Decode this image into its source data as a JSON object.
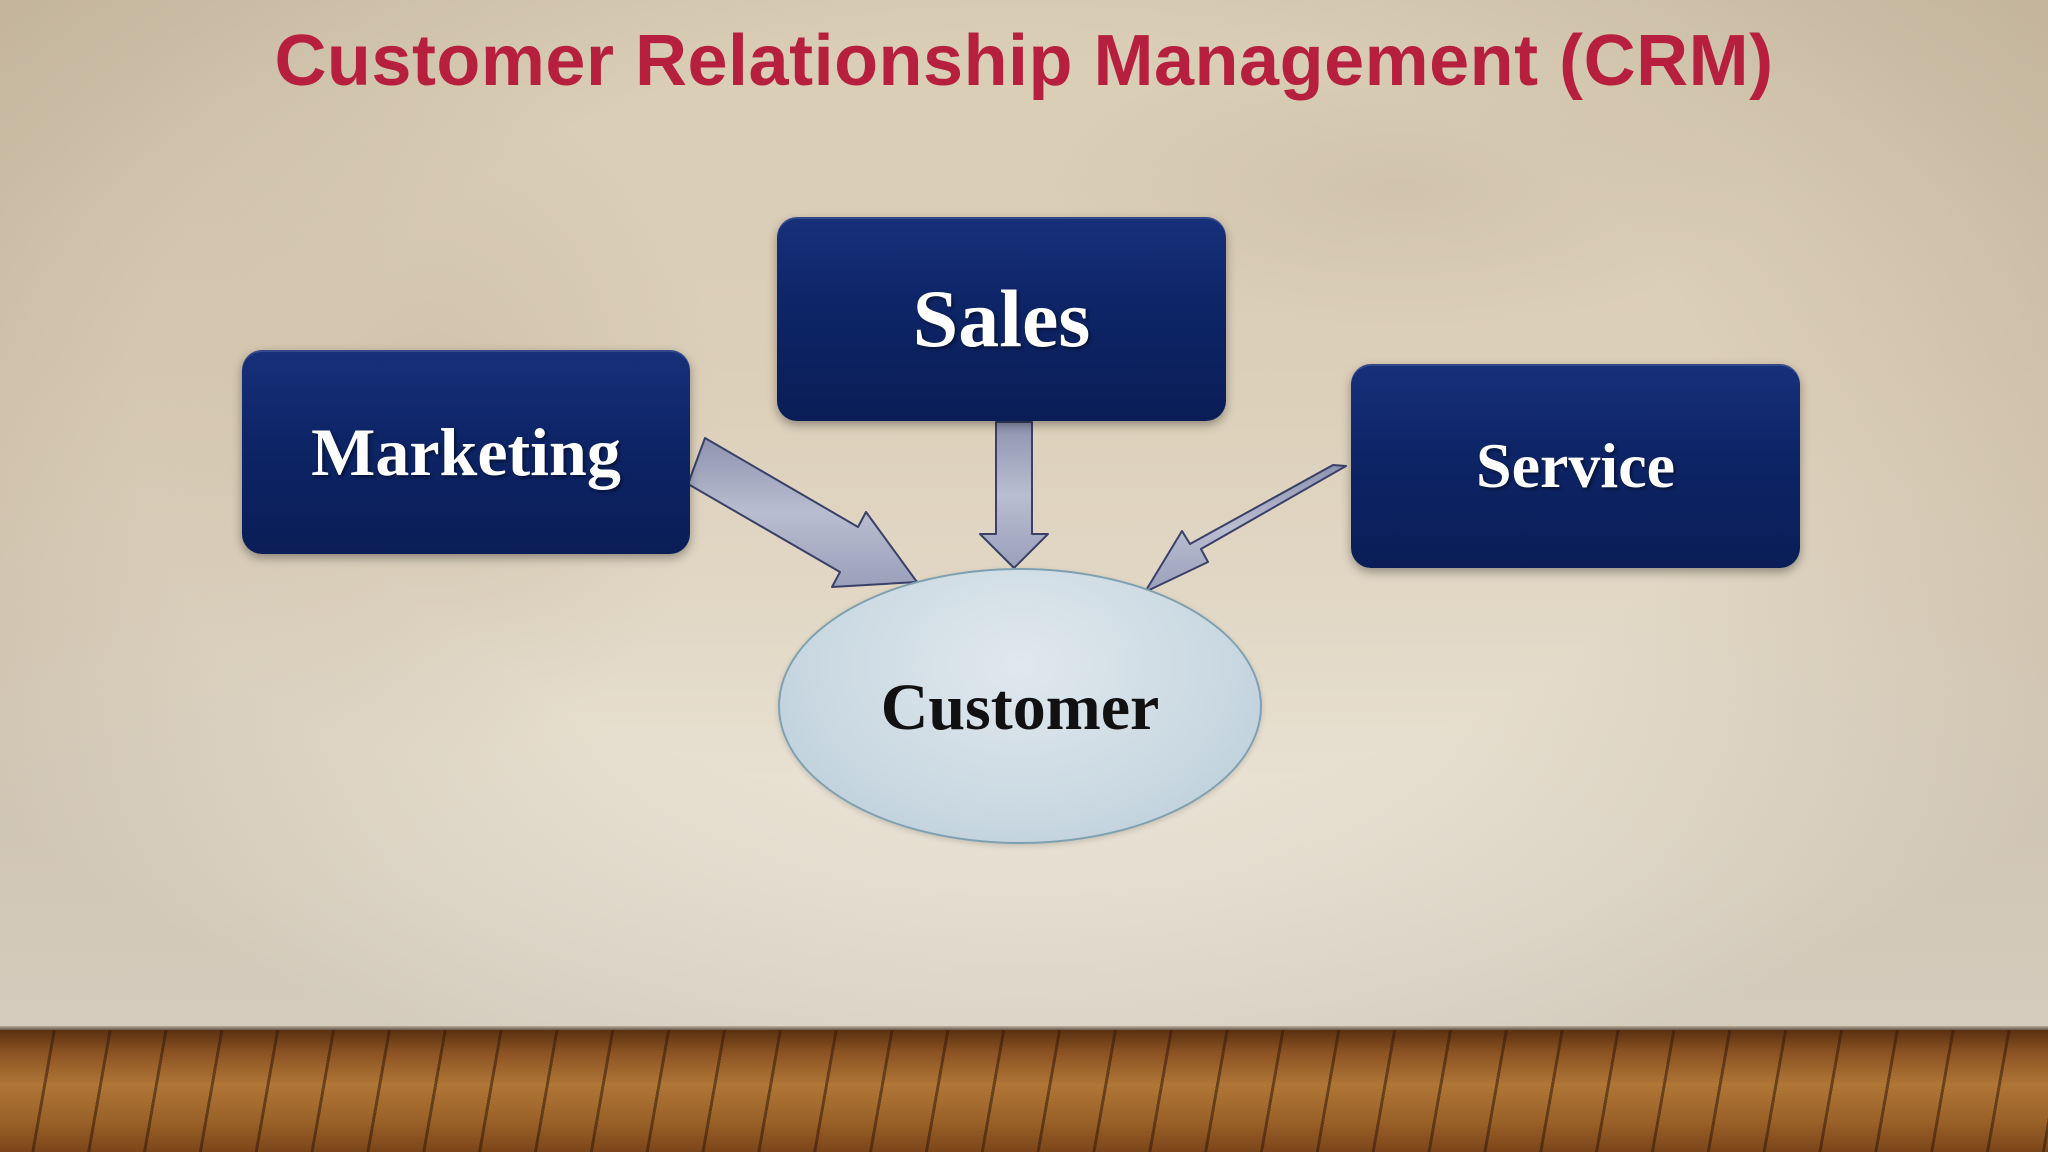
{
  "title": "Customer Relationship Management (CRM)",
  "nodes": {
    "marketing": "Marketing",
    "sales": "Sales",
    "service": "Service",
    "customer": "Customer"
  },
  "colors": {
    "title": "#b61f3e",
    "box_fill": "#0d2466",
    "ellipse_fill": "#ccdae3",
    "arrow_fill": "#a7acc3"
  }
}
